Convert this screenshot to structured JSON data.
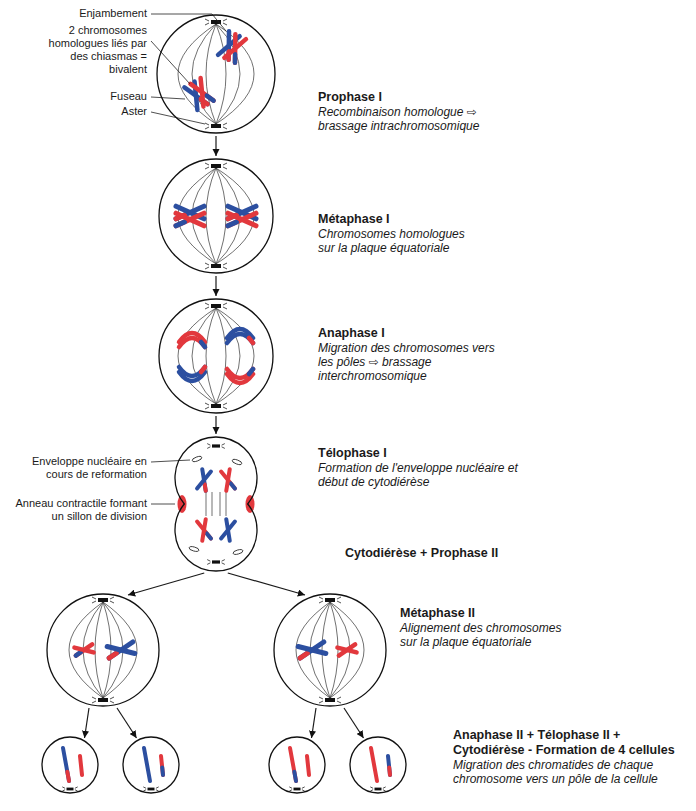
{
  "diagram": {
    "nodes": [
      {
        "text": [
          "Prophase I",
          "Recombinaison homologue ⇨ brassage intrachromosomique"
        ]
      },
      {
        "text": [
          "Métaphase I",
          "Chromosomes homologues sur la plaque équatoriale"
        ]
      },
      {
        "text": [
          "Anaphase I",
          "Migration des chromosomes vers les pôles ⇨ brassage interchromosomique"
        ]
      },
      {
        "text": [
          "Télophase I",
          "Formation de l'enveloppe nucléaire et début de cytodiérèse"
        ]
      },
      {
        "text": []
      },
      {
        "text": [
          "Métaphase II",
          "Alignement des chromosomes sur la plaque équatoriale"
        ]
      },
      {
        "text": []
      },
      {
        "text": []
      },
      {
        "text": []
      },
      {
        "text": [
          "Anaphase II + Télophase II + Cytodiérèse - Formation de 4 cellules",
          "Migration des chromatides de chaque chromosome vers un pôle de la cellule"
        ]
      }
    ],
    "edges": [
      {
        "from": 0,
        "to": 1,
        "arrow": "to"
      },
      {
        "from": 1,
        "to": 2,
        "arrow": "to"
      },
      {
        "from": 2,
        "to": 3,
        "arrow": "to"
      },
      {
        "from": 3,
        "to": 4,
        "arrow": "to"
      },
      {
        "from": 3,
        "to": 5,
        "arrow": "to"
      },
      {
        "from": 4,
        "to": 6,
        "arrow": "to"
      },
      {
        "from": 4,
        "to": 7,
        "arrow": "to"
      },
      {
        "from": 5,
        "to": 8,
        "arrow": "to"
      },
      {
        "from": 5,
        "to": 9,
        "arrow": "to"
      }
    ],
    "labels": [
      "Enjambement",
      "2 chromosomes homologues liés par des chiasmas = bivalent",
      "Fuseau",
      "Aster",
      "Enveloppe nucléaire en cours de reformation",
      "Anneau contractile formant un sillon de division",
      "Cytodiérèse + Prophase II"
    ]
  }
}
